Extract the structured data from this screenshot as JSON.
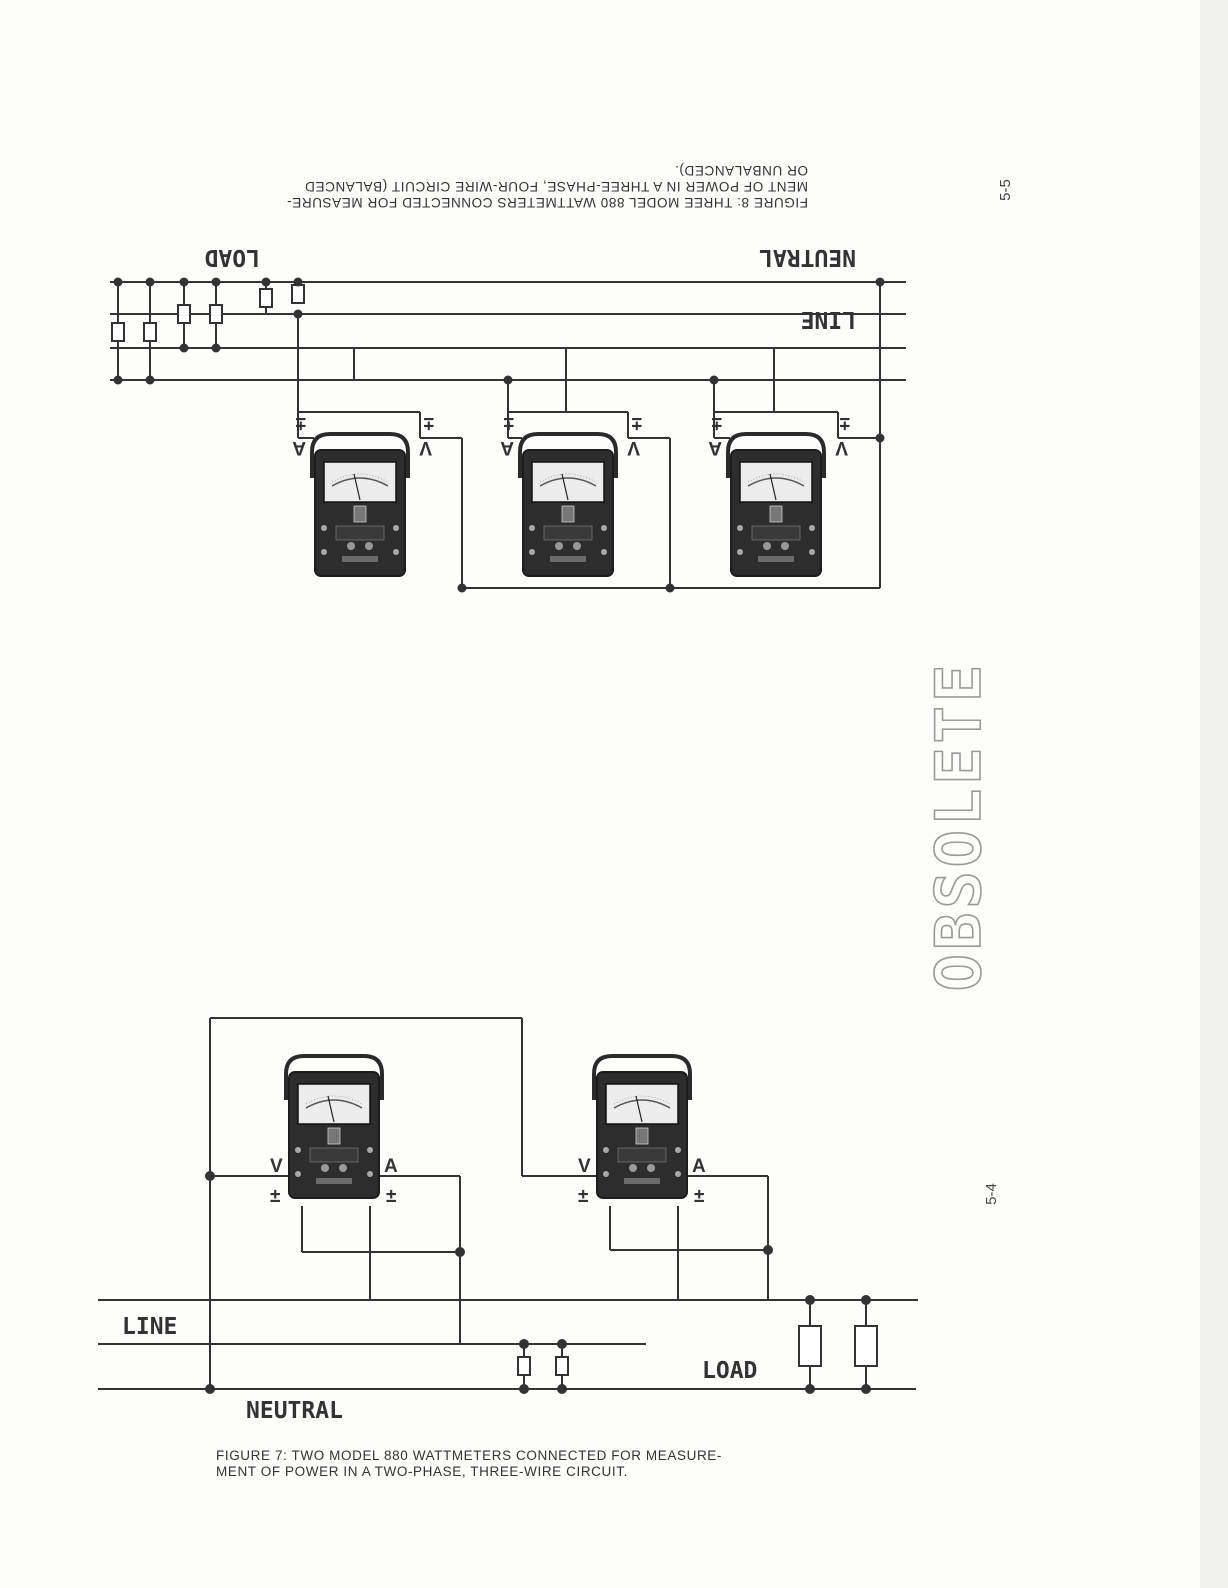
{
  "page_numbers": {
    "lower": "5-4",
    "upper": "5-5"
  },
  "stamp": {
    "text": "OBSOLETE"
  },
  "figure7": {
    "caption_line1": "FIGURE 7: TWO MODEL 880 WATTMETERS CONNECTED FOR MEASURE-",
    "caption_line2": "MENT OF POWER IN A TWO-PHASE, THREE-WIRE CIRCUIT.",
    "line_label": "LINE",
    "neutral_label": "NEUTRAL",
    "load_label": "LOAD",
    "meter_terminals": {
      "voltage": "V",
      "current": "A",
      "polarity": "±"
    }
  },
  "figure8": {
    "caption_line1": "FIGURE 8: THREE MODEL 880 WATTMETERS CONNECTED FOR MEASURE-",
    "caption_line2": "MENT OF POWER IN A THREE-PHASE, FOUR-WIRE CIRCUIT (BALANCED",
    "caption_line3": "OR UNBALANCED).",
    "line_label": "LINE",
    "neutral_label": "NEUTRAL",
    "load_label": "LOAD",
    "meter_terminals": {
      "voltage": "V",
      "current": "A",
      "polarity": "±"
    }
  }
}
